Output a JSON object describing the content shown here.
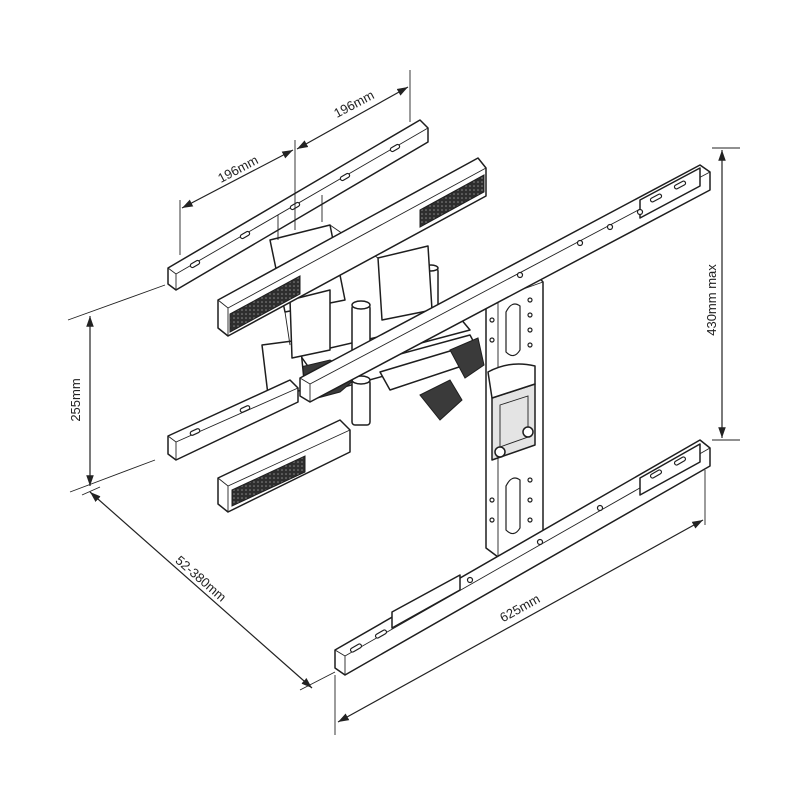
{
  "diagram": {
    "dimensions": {
      "top_left_width": "196mm",
      "top_right_width": "196mm",
      "height_left": "255mm",
      "height_right": "430mm max",
      "depth": "52-380mm",
      "bottom_width": "625mm"
    }
  }
}
